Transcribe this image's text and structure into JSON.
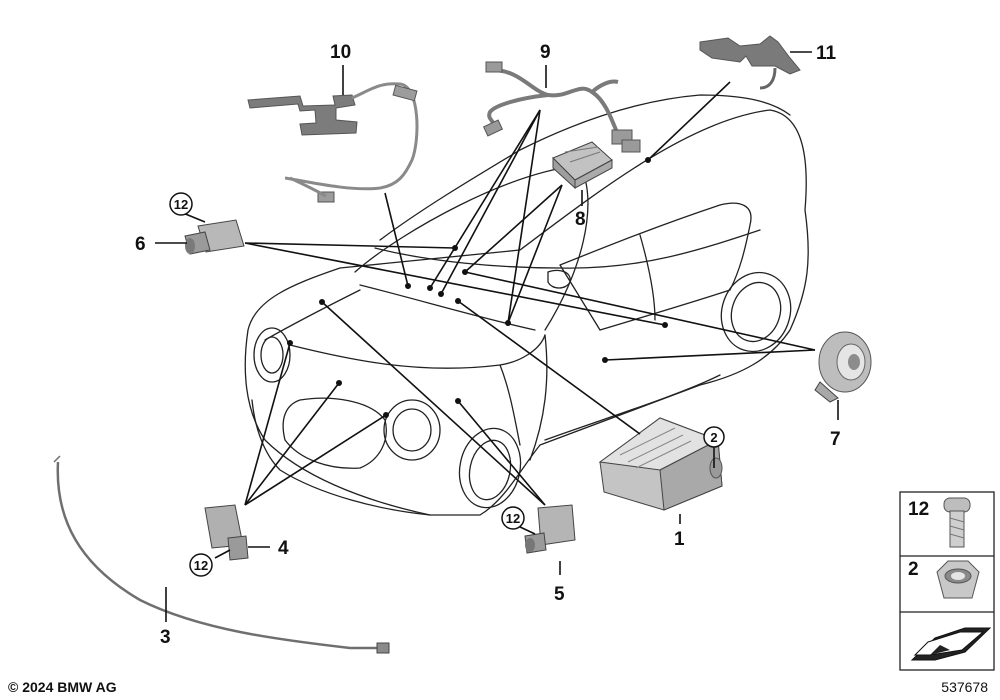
{
  "diagram": {
    "callouts": {
      "c1": "1",
      "c2": "2",
      "c3": "3",
      "c4": "4",
      "c5": "5",
      "c6": "6",
      "c7": "7",
      "c8": "8",
      "c9": "9",
      "c10": "10",
      "c11": "11",
      "c12a": "12",
      "c12b": "12",
      "c12c": "12",
      "c2b": "2"
    },
    "legend": {
      "item_top": "12",
      "item_bottom": "2"
    },
    "copyright": "© 2024 BMW AG",
    "image_number": "537678"
  }
}
